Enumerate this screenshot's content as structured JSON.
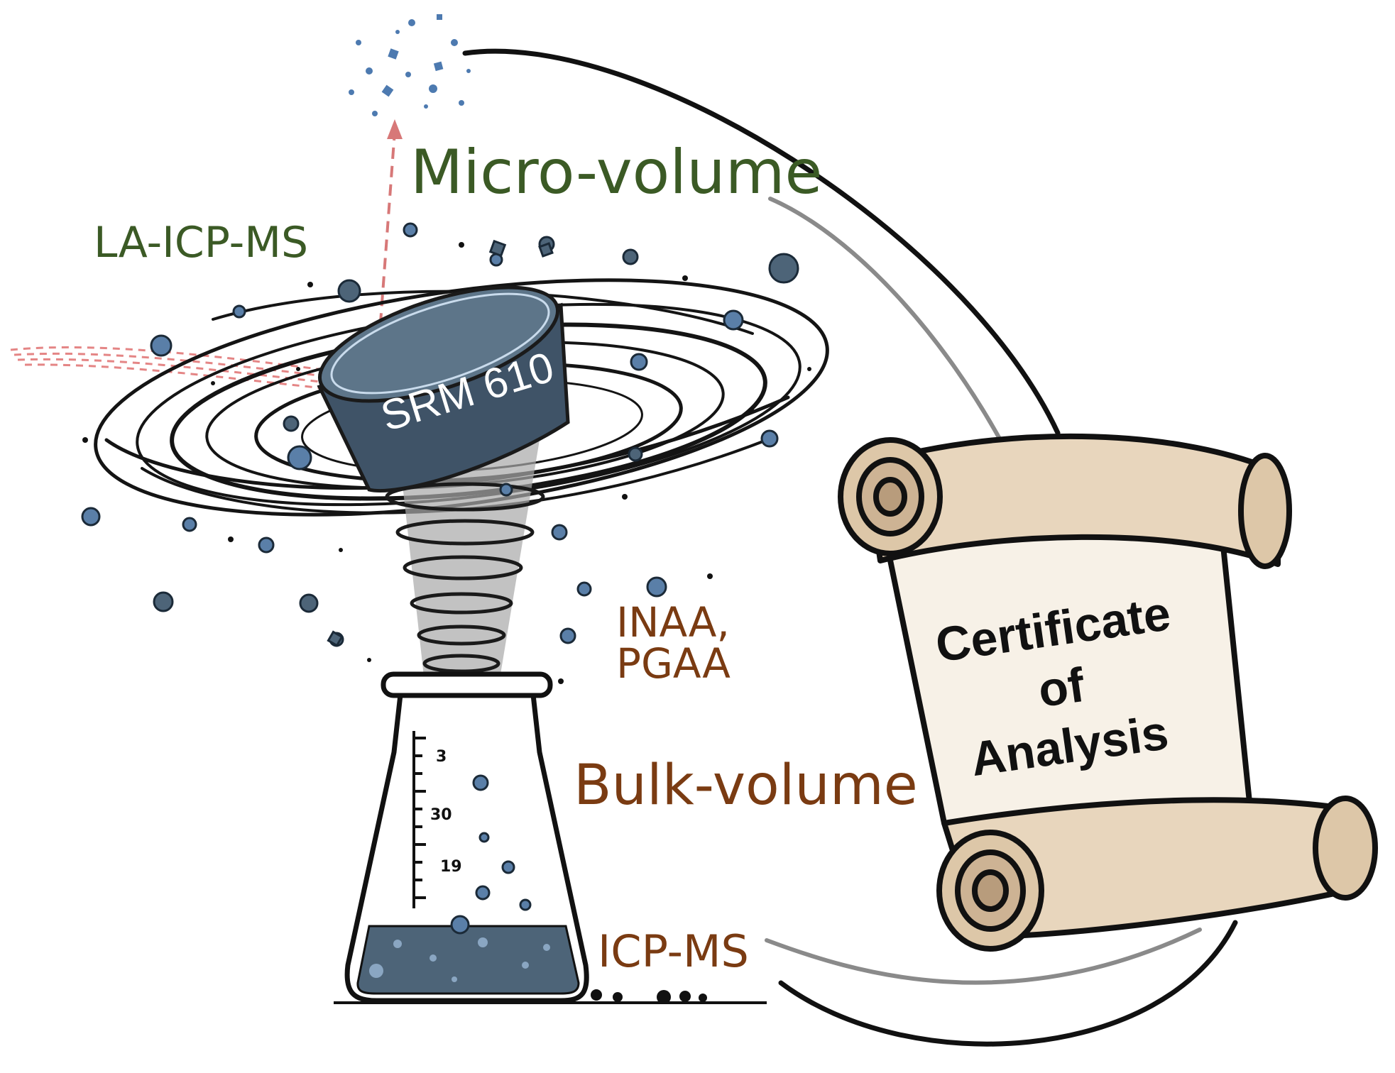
{
  "labels": {
    "micro_volume": "Micro-volume",
    "la_icp_ms": "LA-ICP-MS",
    "inaa": "INAA,",
    "pgaa": "PGAA",
    "bulk_volume": "Bulk-volume",
    "icp_ms": "ICP-MS",
    "srm": "SRM 610",
    "certificate_line1": "Certificate",
    "certificate_line2": "of",
    "certificate_line3": "Analysis"
  },
  "flask_scale": [
    "3",
    "30",
    "19"
  ],
  "colors": {
    "micro_green": "#3b5a25",
    "bulk_brown": "#7a3b12",
    "disk_slate": "#4d6478",
    "bubble_blue": "#5a7fa8",
    "scroll_parchment": "#e8d6bd",
    "laser_red": "#e07070"
  },
  "icons": [
    "srm-disk-icon",
    "erlenmeyer-flask-icon",
    "scroll-icon",
    "vortex-icon",
    "laser-beam-icon"
  ]
}
